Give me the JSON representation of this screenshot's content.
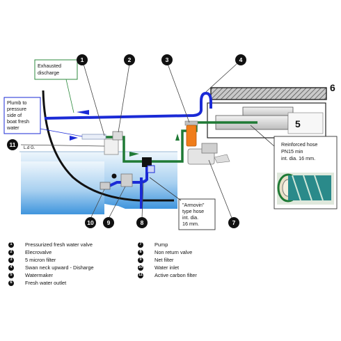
{
  "callouts": {
    "exhausted_discharge": [
      "Exhausted",
      "discharge"
    ],
    "plumb_to_pressure": [
      "Plumb to",
      "pressure",
      "side of",
      "boat fresh",
      "water"
    ],
    "armovin": [
      "\"Armovin\"",
      "type hose",
      "int. dia.",
      "16 mm."
    ],
    "reinforced_hose": [
      "Reinforced hose",
      "PN15  min",
      "int. dia.  16 mm."
    ],
    "lg": "L.d G."
  },
  "numbers": {
    "n1": "1",
    "n2": "2",
    "n3": "3",
    "n4": "4",
    "n5": "5",
    "n6": "6",
    "n7": "7",
    "n8": "8",
    "n9": "9",
    "n10": "10",
    "n11": "11"
  },
  "legend_left": [
    {
      "num": "1",
      "label": "Pressurized fresh water valve"
    },
    {
      "num": "2",
      "label": "Elecrovalve"
    },
    {
      "num": "3",
      "label": "5 micron filter"
    },
    {
      "num": "4",
      "label": "Swan neck upward - Disharge"
    },
    {
      "num": "5",
      "label": "Watermaker"
    },
    {
      "num": "6",
      "label": "Fresh water outlet"
    }
  ],
  "legend_right": [
    {
      "num": "7",
      "label": "Pump"
    },
    {
      "num": "8",
      "label": "Non return valve"
    },
    {
      "num": "9",
      "label": "Net filter"
    },
    {
      "num": "10",
      "label": "Water inlet"
    },
    {
      "num": "11",
      "label": "Active carbon filter"
    }
  ],
  "colors": {
    "blue_hose": "#1a2ad6",
    "green_hose": "#1f7a35",
    "orange_filter": "#f07d1a",
    "water_top": "#dcecf8",
    "water_bottom": "#4e9fe0"
  }
}
